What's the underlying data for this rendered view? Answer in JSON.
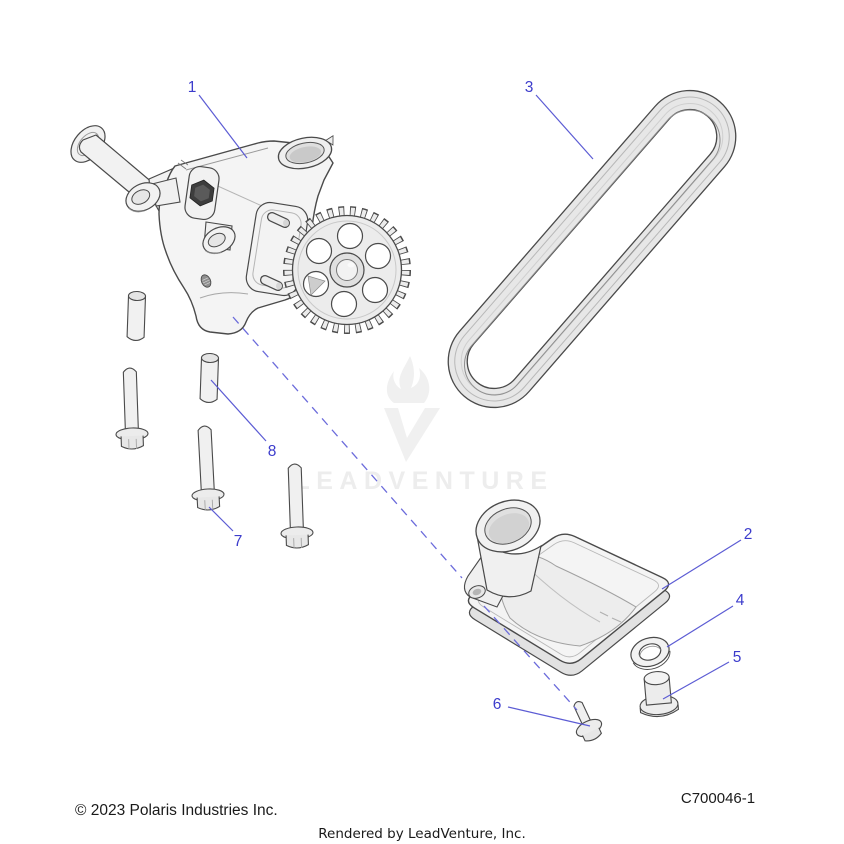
{
  "watermark": {
    "text": "LEADVENTURE",
    "logo": "leadventure-flame-v-logo"
  },
  "callouts": [
    {
      "label": "1",
      "part": "oil-pump-assembly"
    },
    {
      "label": "2",
      "part": "oil-strainer"
    },
    {
      "label": "3",
      "part": "oil-pump-drive-belt"
    },
    {
      "label": "4",
      "part": "washer"
    },
    {
      "label": "5",
      "part": "plug"
    },
    {
      "label": "6",
      "part": "screw"
    },
    {
      "label": "7",
      "part": "flange-bolt"
    },
    {
      "label": "8",
      "part": "dowel-pin"
    }
  ],
  "footer": {
    "copyright": "© 2023 Polaris Industries Inc.",
    "rendered_by": "Rendered by LeadVenture, Inc.",
    "drawing_number": "C700046-1"
  },
  "colors": {
    "callout_text": "#3c3ccc",
    "leader_line": "#5c5cd4",
    "dashed_line": "#6b6bdb",
    "footer_text": "#1a1a1a",
    "watermark": "#ededed",
    "artwork_outline": "#4a4a4a",
    "artwork_fill": "#f3f3f3"
  }
}
